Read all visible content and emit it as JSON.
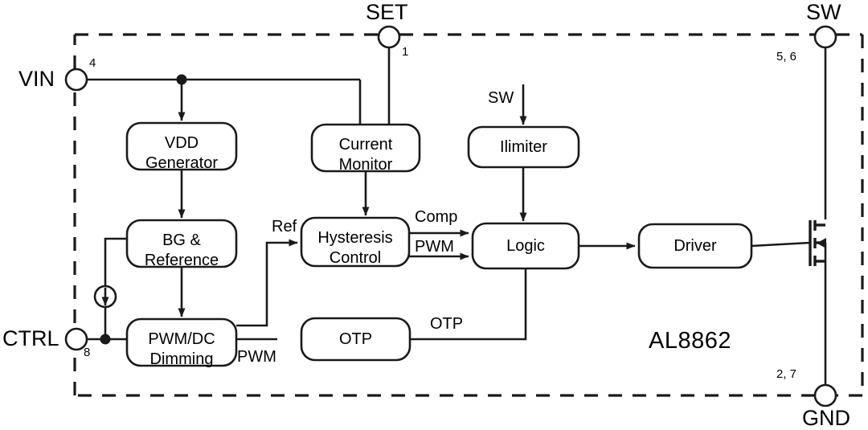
{
  "diagram": {
    "part_number": "AL8862",
    "type": "functional-block-diagram",
    "pins": [
      {
        "name": "VIN",
        "number": "4",
        "position": "left-top"
      },
      {
        "name": "SET",
        "number": "1",
        "position": "top-center"
      },
      {
        "name": "SW",
        "number": "5, 6",
        "position": "top-right"
      },
      {
        "name": "CTRL",
        "number": "8",
        "position": "left-bottom"
      },
      {
        "name": "GND",
        "number": "2, 7",
        "position": "bottom-right"
      }
    ],
    "blocks": [
      {
        "id": "vdd_generator",
        "line1": "VDD",
        "line2": "Generator"
      },
      {
        "id": "current_monitor",
        "line1": "Current",
        "line2": "Monitor"
      },
      {
        "id": "ilimiter",
        "line1": "Ilimiter",
        "line2": ""
      },
      {
        "id": "bg_reference",
        "line1": "BG &",
        "line2": "Reference"
      },
      {
        "id": "hysteresis",
        "line1": "Hysteresis",
        "line2": "Control"
      },
      {
        "id": "logic",
        "line1": "Logic",
        "line2": ""
      },
      {
        "id": "driver",
        "line1": "Driver",
        "line2": ""
      },
      {
        "id": "pwm_dimming",
        "line1": "PWM/DC",
        "line2": "Dimming"
      },
      {
        "id": "otp",
        "line1": "OTP",
        "line2": ""
      }
    ],
    "signal_labels": [
      {
        "id": "sw_in",
        "text": "SW"
      },
      {
        "id": "ref",
        "text": "Ref"
      },
      {
        "id": "comp",
        "text": "Comp"
      },
      {
        "id": "pwm_logic",
        "text": "PWM"
      },
      {
        "id": "pwm_out",
        "text": "PWM"
      },
      {
        "id": "otp_signal",
        "text": "OTP"
      }
    ],
    "colors": {
      "line": "#1a1a1a",
      "background": "#ffffff",
      "text": "#000000"
    }
  }
}
